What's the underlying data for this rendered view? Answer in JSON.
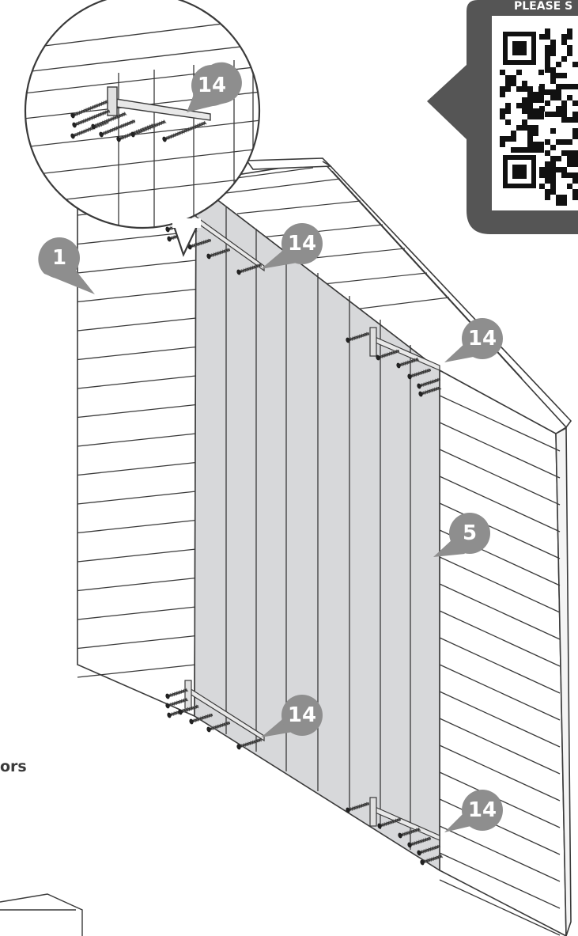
{
  "qr_banner": {
    "text": "PLEASE S"
  },
  "side_caption": "ors",
  "callouts": {
    "zoom_bracket": "14",
    "top_left_bracket": "14",
    "top_right_bracket": "14",
    "bottom_left_bracket": "14",
    "bottom_right_bracket": "14",
    "side_panel": "1",
    "door_panel": "5"
  },
  "colors": {
    "callout_fill": "#8e8e8e",
    "door_fill": "#d7d8da",
    "line": "#3a3a3a",
    "qr_panel": "#555555"
  }
}
